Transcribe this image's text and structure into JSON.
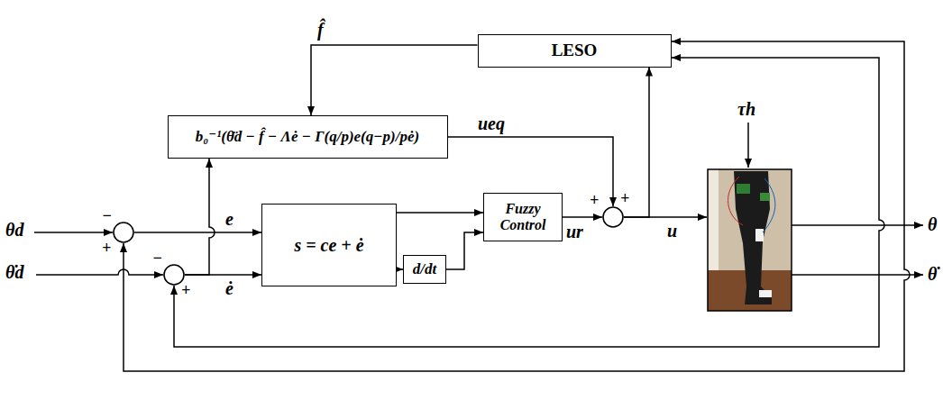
{
  "diagram": {
    "nodes": [
      {
        "text": [
          "LESO"
        ]
      },
      {
        "text": [
          "b₀⁻¹(θ̈d − f̂ − Λė − Γ(q/p)e(q−p)/pė)"
        ]
      },
      {
        "text": [
          "−",
          "+"
        ]
      },
      {
        "text": [
          "−",
          "+"
        ]
      },
      {
        "text": [
          "s = ce + ė"
        ]
      },
      {
        "text": [
          "d/dt"
        ]
      },
      {
        "text": [
          "Fuzzy Control"
        ]
      },
      {
        "text": [
          "+",
          "+"
        ]
      }
    ],
    "edges": [
      {
        "from": 0,
        "to": 1,
        "arrow": "to",
        "label": "f̂"
      },
      {
        "from": 2,
        "to": 4,
        "arrow": "to",
        "label": "e"
      },
      {
        "from": 3,
        "to": 4,
        "arrow": "to",
        "label": "ė"
      },
      {
        "from": 3,
        "to": 1,
        "arrow": "to"
      },
      {
        "from": 4,
        "to": 6,
        "arrow": "to"
      },
      {
        "from": 4,
        "to": 5,
        "arrow": "to"
      },
      {
        "from": 5,
        "to": 6,
        "arrow": "to"
      },
      {
        "from": 6,
        "to": 7,
        "arrow": "to",
        "label": "ur"
      },
      {
        "from": 1,
        "to": 7,
        "arrow": "to",
        "label": "ueq"
      },
      {
        "from": 7,
        "to": 0,
        "arrow": "to"
      }
    ],
    "labels": [
      "θd",
      "θ̇d",
      "u",
      "τh",
      "θ",
      "θ̇"
    ]
  }
}
